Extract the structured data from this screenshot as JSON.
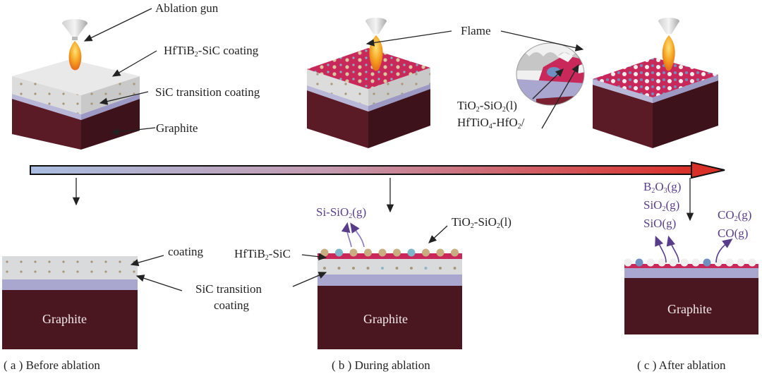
{
  "colors": {
    "graphite": "#4a1620",
    "sic_layer": "#a9a6cf",
    "coating": "#d9dadb",
    "oxide": "#c8285a",
    "flame": "#f5a623",
    "gas_text": "#5a3d8a",
    "arrow_start": "#a9bde0",
    "arrow_end": "#d9302a"
  },
  "top": {
    "ablation_gun": "Ablation gun",
    "coating_label": {
      "pre": "HfTiB",
      "sub": "2",
      "post": "-SiC coating"
    },
    "sic_transition": "SiC transition coating",
    "graphite": "Graphite",
    "flame": "Flame",
    "tio2_sio2": {
      "a": "TiO",
      "a_sub": "2",
      "b": "-SiO",
      "b_sub": "2",
      "c": "(l)"
    },
    "hftio4_hfo2": {
      "a": "HfTiO",
      "a_sub": "4",
      "b": "-HfO",
      "b_sub": "2",
      "c": "/"
    }
  },
  "panel_a": {
    "coating": "coating",
    "sic_transition_line1": "SiC transition",
    "sic_transition_line2": "coating",
    "graphite": "Graphite",
    "caption": "( a ) Before ablation"
  },
  "panel_b": {
    "gas": {
      "a": "Si-SiO",
      "a_sub": "2",
      "b": "(g)"
    },
    "hftib2_sic": {
      "a": "HfTiB",
      "a_sub": "2",
      "b": "-SiC"
    },
    "tio2_sio2": {
      "a": "TiO",
      "a_sub": "2",
      "b": "-SiO",
      "b_sub": "2",
      "c": "(l)"
    },
    "graphite": "Graphite",
    "caption": "( b ) During ablation"
  },
  "panel_c": {
    "gas_left": [
      {
        "a": "B",
        "a_sub": "2",
        "b": "O",
        "b_sub": "3",
        "c": "(g)"
      },
      {
        "a": "SiO",
        "a_sub": "2",
        "b": "(g)",
        "b_sub": "",
        "c": ""
      },
      {
        "a": "SiO(g)",
        "a_sub": "",
        "b": "",
        "b_sub": "",
        "c": ""
      }
    ],
    "gas_right": [
      {
        "a": "CO",
        "a_sub": "2",
        "b": "(g)"
      },
      {
        "a": "CO(g)",
        "a_sub": "",
        "b": ""
      }
    ],
    "graphite": "Graphite",
    "caption": "( c ) After ablation"
  }
}
